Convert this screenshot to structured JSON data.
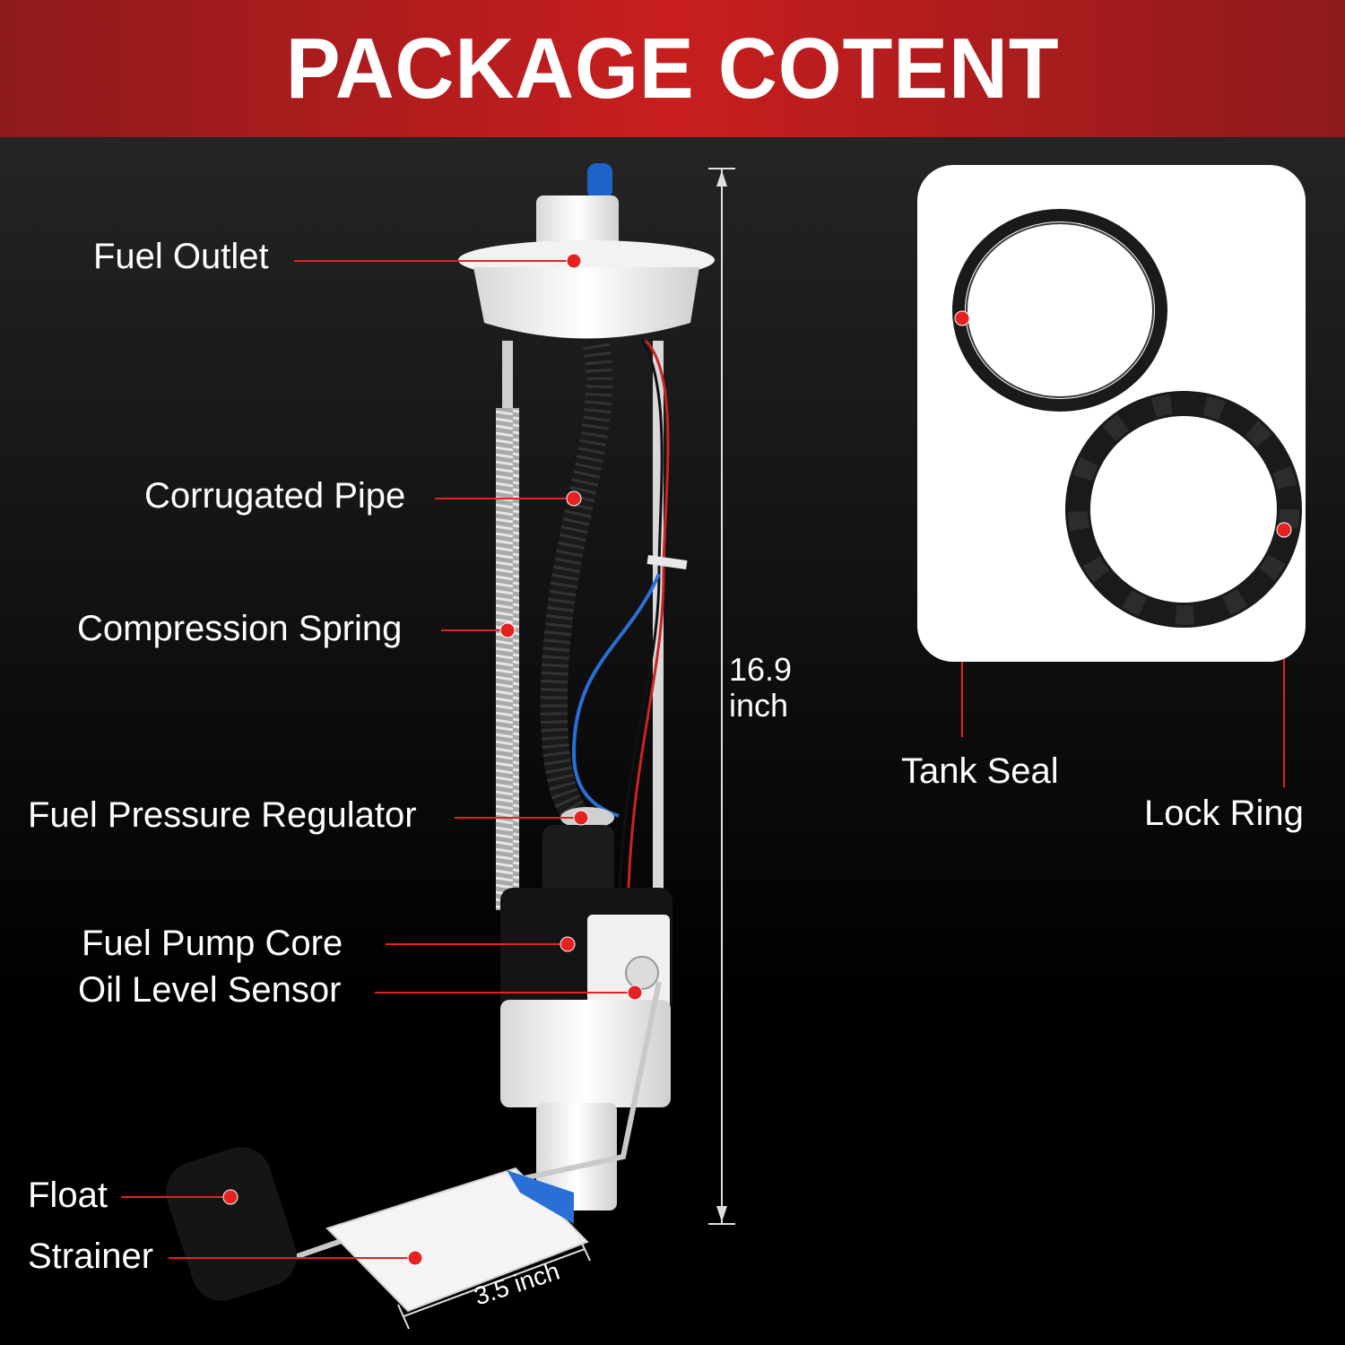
{
  "banner": {
    "title": "PACKAGE COTENT"
  },
  "labels": {
    "fuel_outlet": "Fuel Outlet",
    "corrugated_pipe": "Corrugated Pipe",
    "compression_spring": "Compression Spring",
    "fuel_pressure_regulator": "Fuel Pressure Regulator",
    "fuel_pump_core": "Fuel Pump Core",
    "oil_level_sensor": "Oil Level Sensor",
    "float": "Float",
    "strainer": "Strainer",
    "tank_seal": "Tank Seal",
    "lock_ring": "Lock Ring"
  },
  "dimensions": {
    "height_value": "16.9",
    "height_unit": "inch",
    "width": "3.5 inch"
  },
  "colors": {
    "banner": "#c81e1e",
    "callout": "#e52121",
    "text": "#ffffff"
  }
}
